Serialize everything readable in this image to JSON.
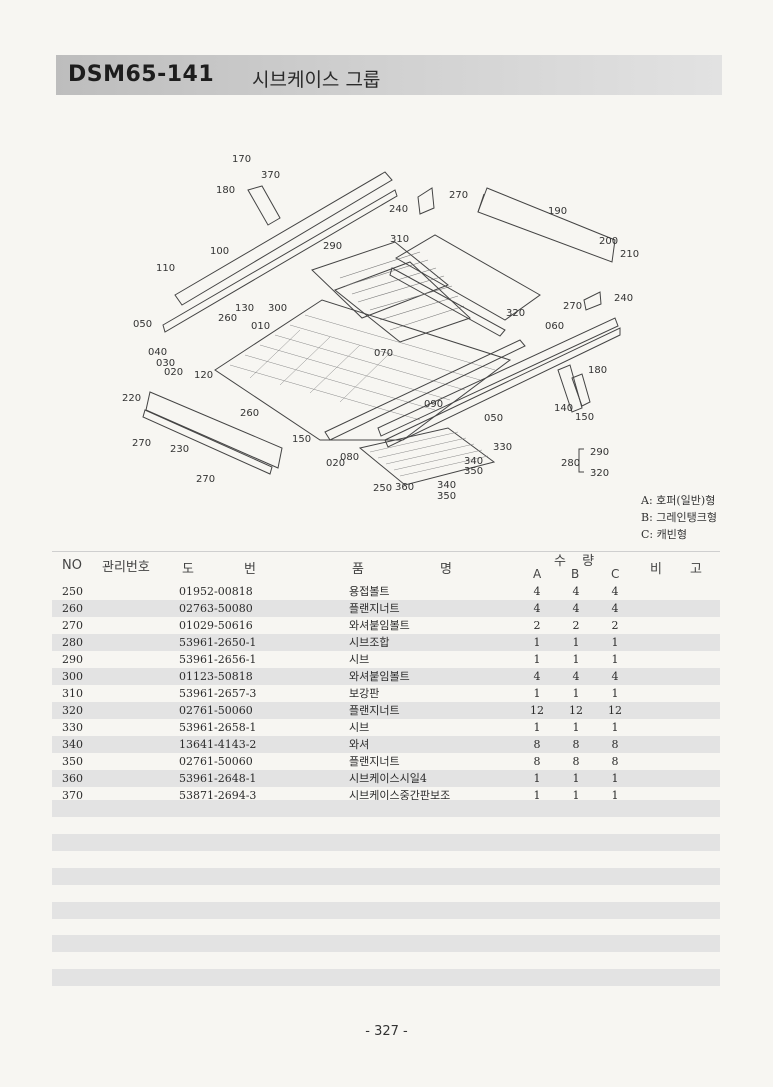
{
  "header": {
    "code": "DSM65-141",
    "title": "시브케이스 그룹"
  },
  "diagram": {
    "callouts": [
      "170",
      "370",
      "180",
      "240",
      "270",
      "190",
      "100",
      "290",
      "310",
      "200",
      "210",
      "110",
      "270",
      "240",
      "130",
      "260",
      "300",
      "320",
      "050",
      "010",
      "060",
      "040",
      "070",
      "030",
      "020",
      "120",
      "180",
      "220",
      "260",
      "090",
      "050",
      "140",
      "150",
      "270",
      "150",
      "330",
      "230",
      "080",
      "020",
      "340",
      "290",
      "350",
      "280",
      "320",
      "270",
      "250",
      "360",
      "340",
      "350"
    ]
  },
  "legend": [
    "A: 호퍼(일반)형",
    "B: 그레인탱크형",
    "C: 캐빈형"
  ],
  "table": {
    "headers": {
      "no": "NO",
      "mgmt": "관리번호",
      "drawing_1": "도",
      "drawing_2": "번",
      "name_1": "품",
      "name_2": "명",
      "qty": "수 량",
      "a": "A",
      "b": "B",
      "c": "C",
      "note_1": "비",
      "note_2": "고"
    },
    "rows": [
      {
        "no": "250",
        "part": "01952-00818",
        "name": "용접볼트",
        "a": "4",
        "b": "4",
        "c": "4"
      },
      {
        "no": "260",
        "part": "02763-50080",
        "name": "플랜지너트",
        "a": "4",
        "b": "4",
        "c": "4"
      },
      {
        "no": "270",
        "part": "01029-50616",
        "name": "와셔붙임볼트",
        "a": "2",
        "b": "2",
        "c": "2"
      },
      {
        "no": "280",
        "part": "53961-2650-1",
        "name": "시브조합",
        "a": "1",
        "b": "1",
        "c": "1"
      },
      {
        "no": "290",
        "part": "53961-2656-1",
        "name": "시브",
        "a": "1",
        "b": "1",
        "c": "1"
      },
      {
        "no": "300",
        "part": "01123-50818",
        "name": "와셔붙임볼트",
        "a": "4",
        "b": "4",
        "c": "4"
      },
      {
        "no": "310",
        "part": "53961-2657-3",
        "name": "보강판",
        "a": "1",
        "b": "1",
        "c": "1"
      },
      {
        "no": "320",
        "part": "02761-50060",
        "name": "플랜지너트",
        "a": "12",
        "b": "12",
        "c": "12"
      },
      {
        "no": "330",
        "part": "53961-2658-1",
        "name": "시브",
        "a": "1",
        "b": "1",
        "c": "1"
      },
      {
        "no": "340",
        "part": "13641-4143-2",
        "name": "와셔",
        "a": "8",
        "b": "8",
        "c": "8"
      },
      {
        "no": "350",
        "part": "02761-50060",
        "name": "플랜지너트",
        "a": "8",
        "b": "8",
        "c": "8"
      },
      {
        "no": "360",
        "part": "53961-2648-1",
        "name": "시브케이스시일4",
        "a": "1",
        "b": "1",
        "c": "1"
      },
      {
        "no": "370",
        "part": "53871-2694-3",
        "name": "시브케이스중간판보조",
        "a": "1",
        "b": "1",
        "c": "1"
      }
    ]
  },
  "page_number": "- 327 -"
}
